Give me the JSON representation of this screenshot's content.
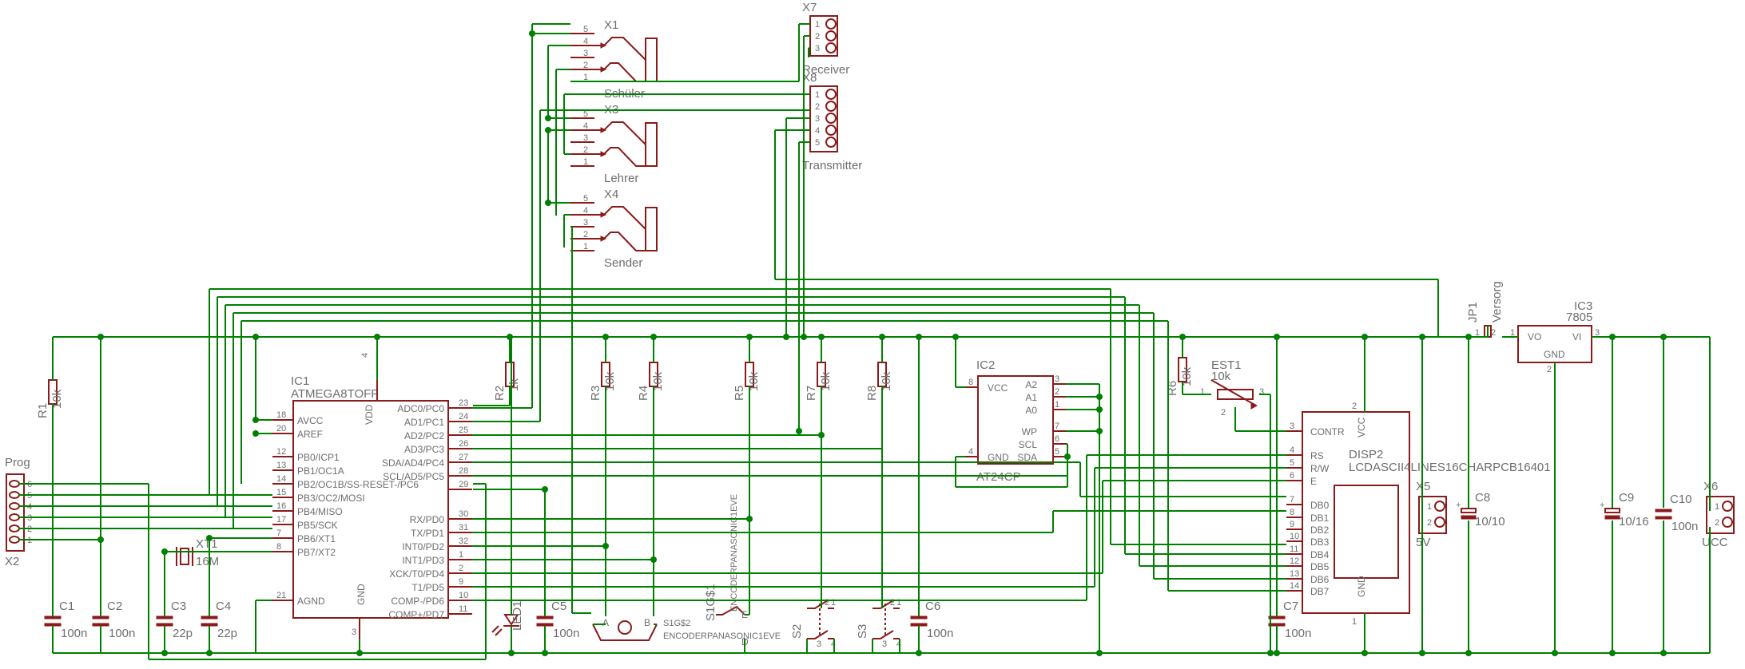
{
  "colors": {
    "wire": "#008000",
    "part": "#8b1a1a",
    "text": "#6e6e6e",
    "background": "#ffffff"
  },
  "ic1": {
    "ref": "IC1",
    "value": "ATMEGA8TOFF",
    "left": [
      {
        "pin": "18",
        "name": "AVCC"
      },
      {
        "pin": "20",
        "name": "AREF"
      },
      {
        "pin": "12",
        "name": "PB0/ICP1"
      },
      {
        "pin": "13",
        "name": "PB1/OC1A"
      },
      {
        "pin": "14",
        "name": "PB2/OC1B/SS-RESET-/PC6"
      },
      {
        "pin": "15",
        "name": "PB3/OC2/MOSI"
      },
      {
        "pin": "16",
        "name": "PB4/MISO"
      },
      {
        "pin": "17",
        "name": "PB5/SCK"
      },
      {
        "pin": "7",
        "name": "PB6/XT1"
      },
      {
        "pin": "8",
        "name": "PB7/XT2"
      },
      {
        "pin": "21",
        "name": "AGND"
      }
    ],
    "right": [
      {
        "pin": "23",
        "name": "ADC0/PC0"
      },
      {
        "pin": "24",
        "name": "AD1/PC1"
      },
      {
        "pin": "25",
        "name": "AD2/PC2"
      },
      {
        "pin": "26",
        "name": "AD3/PC3"
      },
      {
        "pin": "27",
        "name": "SDA/AD4/PC4"
      },
      {
        "pin": "28",
        "name": "SCL/AD5/PC5"
      },
      {
        "pin": "29",
        "name": ""
      },
      {
        "pin": "30",
        "name": "RX/PD0"
      },
      {
        "pin": "31",
        "name": "TX/PD1"
      },
      {
        "pin": "32",
        "name": "INT0/PD2"
      },
      {
        "pin": "1",
        "name": "INT1/PD3"
      },
      {
        "pin": "2",
        "name": "XCK/T0/PD4"
      },
      {
        "pin": "9",
        "name": "T1/PD5"
      },
      {
        "pin": "10",
        "name": "COMP-/PD6"
      },
      {
        "pin": "11",
        "name": "COMP+/PD7"
      }
    ],
    "vdd_label": "VDD",
    "vdd_pin": "4",
    "gnd_label": "GND",
    "gnd_pin": "3"
  },
  "ic2": {
    "ref": "IC2",
    "value": "AT24CP",
    "left": [
      {
        "pin": "8",
        "name": "VCC"
      },
      {
        "pin": "4",
        "name": "GND"
      }
    ],
    "right": [
      {
        "pin": "3",
        "name": "A2"
      },
      {
        "pin": "2",
        "name": "A1"
      },
      {
        "pin": "1",
        "name": "A0"
      },
      {
        "pin": "7",
        "name": "WP"
      },
      {
        "pin": "6",
        "name": "SCL"
      },
      {
        "pin": "5",
        "name": "SDA"
      }
    ]
  },
  "ic3": {
    "ref": "IC3",
    "value": "7805",
    "vo": "VO",
    "vi": "VI",
    "gnd": "GND",
    "pin_vo": "1",
    "pin_vi": "3",
    "pin_gnd": "2"
  },
  "disp2": {
    "ref": "DISP2",
    "value": "LCDASCII4LINES16CHARPCB16401",
    "pins": [
      {
        "pin": "3",
        "name": "CONTR"
      },
      {
        "pin": "4",
        "name": "RS"
      },
      {
        "pin": "5",
        "name": "R/W"
      },
      {
        "pin": "6",
        "name": "E"
      },
      {
        "pin": "7",
        "name": "DB0"
      },
      {
        "pin": "8",
        "name": "DB1"
      },
      {
        "pin": "9",
        "name": "DB2"
      },
      {
        "pin": "10",
        "name": "DB3"
      },
      {
        "pin": "11",
        "name": "DB4"
      },
      {
        "pin": "12",
        "name": "DB5"
      },
      {
        "pin": "13",
        "name": "DB6"
      },
      {
        "pin": "14",
        "name": "DB7"
      }
    ],
    "vcc": "VCC",
    "vcc_pin": "2",
    "gnd": "GND",
    "gnd_pin": "1"
  },
  "jacks": [
    {
      "ref": "X1",
      "label": "Schüler"
    },
    {
      "ref": "X3",
      "label": "Lehrer"
    },
    {
      "ref": "X4",
      "label": "Sender"
    }
  ],
  "jack_pins": [
    "5",
    "4",
    "3",
    "2",
    "1"
  ],
  "x7": {
    "ref": "X7",
    "label": "Receiver",
    "pins": [
      "1",
      "2",
      "3"
    ]
  },
  "x8": {
    "ref": "X8",
    "label": "Transmitter",
    "pins": [
      "1",
      "2",
      "3",
      "4",
      "5"
    ]
  },
  "x2": {
    "ref": "X2",
    "label": "Prog",
    "pins": [
      "6",
      "5",
      "4",
      "3",
      "2",
      "1"
    ]
  },
  "x5": {
    "ref": "X5",
    "label": "5V",
    "pins": [
      "1",
      "2"
    ]
  },
  "x6": {
    "ref": "X6",
    "label": "UCC",
    "pins": [
      "1",
      "2"
    ]
  },
  "resistors": [
    {
      "ref": "R1",
      "value": "10k"
    },
    {
      "ref": "R2",
      "value": "1k"
    },
    {
      "ref": "R3",
      "value": "10k"
    },
    {
      "ref": "R4",
      "value": "10k"
    },
    {
      "ref": "R5",
      "value": "10k"
    },
    {
      "ref": "R7",
      "value": "10k"
    },
    {
      "ref": "R8",
      "value": "10k"
    },
    {
      "ref": "R6",
      "value": "10k"
    }
  ],
  "capacitors": [
    {
      "ref": "C1",
      "value": "100n"
    },
    {
      "ref": "C2",
      "value": "100n"
    },
    {
      "ref": "C3",
      "value": "22p"
    },
    {
      "ref": "C4",
      "value": "22p"
    },
    {
      "ref": "C5",
      "value": "100n"
    },
    {
      "ref": "C6",
      "value": "100n"
    },
    {
      "ref": "C7",
      "value": "100n"
    },
    {
      "ref": "C10",
      "value": "100n"
    }
  ],
  "elcaps": [
    {
      "ref": "C8",
      "value": "10/10"
    },
    {
      "ref": "C9",
      "value": "10/16"
    }
  ],
  "crystal": {
    "ref": "XT1",
    "value": "16M"
  },
  "led": {
    "ref": "LED1"
  },
  "pot": {
    "ref": "EST1",
    "value": "10k",
    "p1": "1",
    "p2": "2",
    "p3": "3"
  },
  "jumper": {
    "ref": "JP1",
    "label": "Versorg",
    "p1": "1",
    "p2": "2"
  },
  "switches": [
    {
      "ref": "S2"
    },
    {
      "ref": "S3"
    }
  ],
  "switch_pins": {
    "p1": "1",
    "p2": "2",
    "p3": "3",
    "p4": "4"
  },
  "encoder": {
    "ref": "S1G$1",
    "ref2": "S1G$2",
    "value": "ENCODERPANASONIC1EVE",
    "a": "A",
    "b": "B",
    "d": "D",
    "e": "E"
  }
}
